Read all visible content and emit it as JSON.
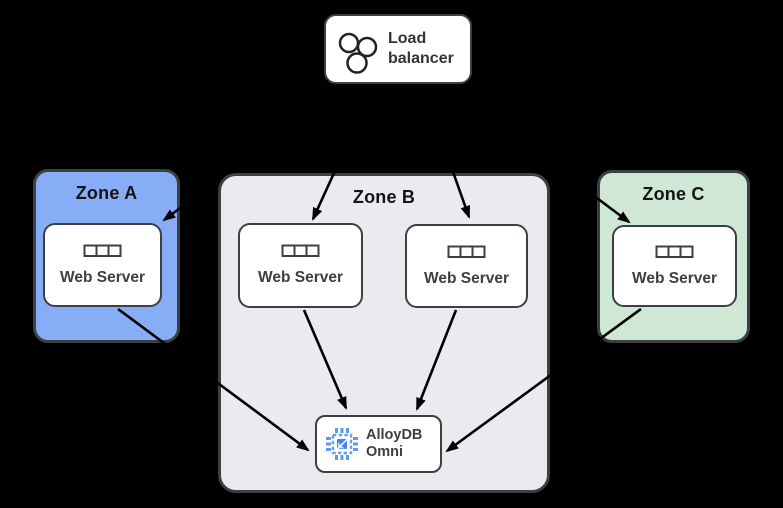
{
  "load_balancer": {
    "label": "Load balancer",
    "icon": "load-balancer-circles-icon"
  },
  "zones": {
    "a": {
      "label": "Zone A",
      "fill": "#87ADF6"
    },
    "b": {
      "label": "Zone B",
      "fill": "#EAEBEE"
    },
    "c": {
      "label": "Zone C",
      "fill": "#CEE8D5"
    }
  },
  "servers": {
    "zone_a": {
      "label": "Web Server",
      "icon": "server-rack-icon"
    },
    "zone_b_1": {
      "label": "Web Server",
      "icon": "server-rack-icon"
    },
    "zone_b_2": {
      "label": "Web Server",
      "icon": "server-rack-icon"
    },
    "zone_c": {
      "label": "Web Server",
      "icon": "server-rack-icon"
    }
  },
  "database": {
    "label": "AlloyDB Omni",
    "icon": "alloydb-chip-icon",
    "icon_color": "#4285F4"
  },
  "edges": [
    {
      "from": "load-balancer",
      "to": "web-server-zone-a"
    },
    {
      "from": "load-balancer",
      "to": "web-server-zone-b-1"
    },
    {
      "from": "load-balancer",
      "to": "web-server-zone-b-2"
    },
    {
      "from": "load-balancer",
      "to": "web-server-zone-c"
    },
    {
      "from": "web-server-zone-a",
      "to": "alloydb-omni"
    },
    {
      "from": "web-server-zone-b-1",
      "to": "alloydb-omni"
    },
    {
      "from": "web-server-zone-b-2",
      "to": "alloydb-omni"
    },
    {
      "from": "web-server-zone-c",
      "to": "alloydb-omni"
    }
  ],
  "colors": {
    "background": "#000000",
    "node_fill": "#FFFFFF",
    "border": "#3C4043",
    "arrow": "#000000",
    "zone_a_fill": "#87ADF6",
    "zone_b_fill": "#EAEBEE",
    "zone_c_fill": "#CEE8D5",
    "chip_blue": "#4285F4"
  }
}
